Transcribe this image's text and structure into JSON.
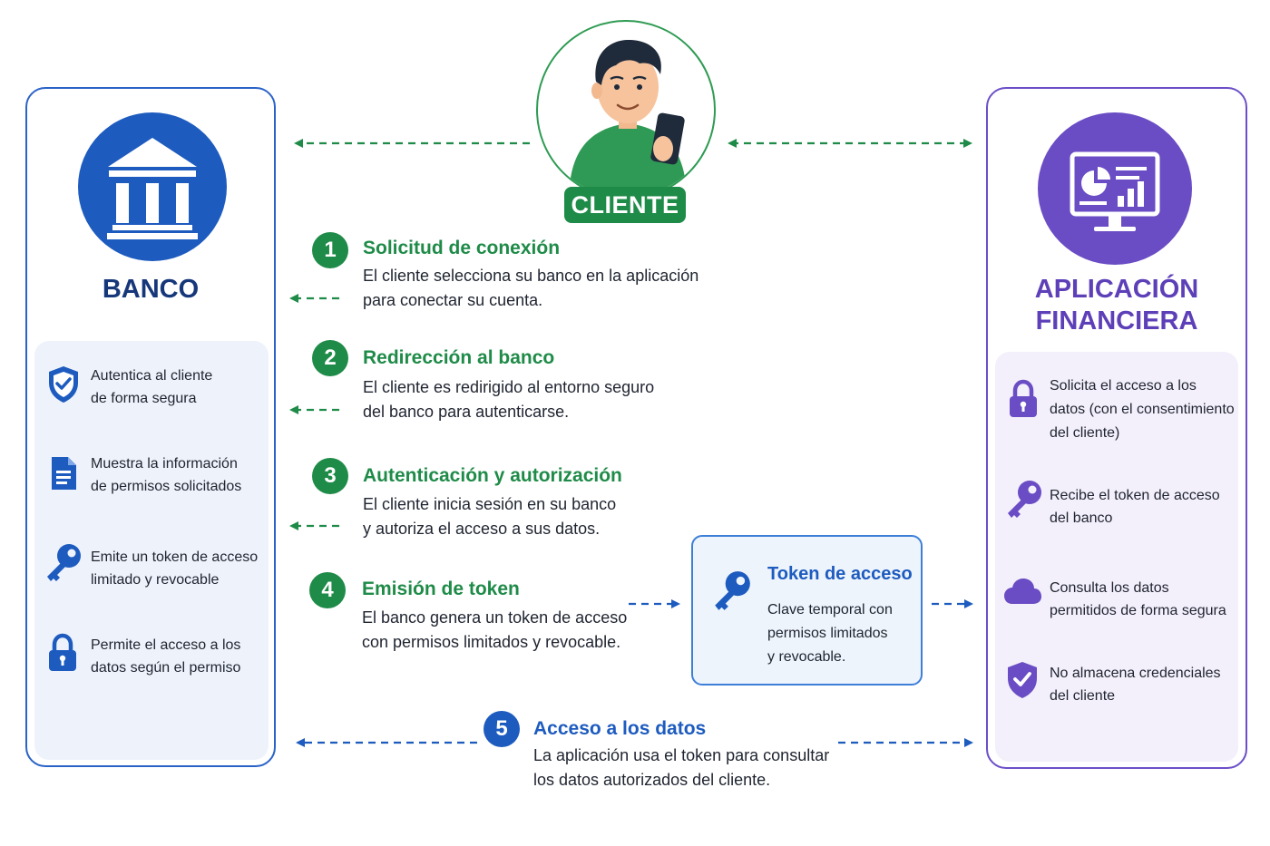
{
  "client": {
    "label": "CLIENTE"
  },
  "bank": {
    "title": "BANCO",
    "features": [
      {
        "icon": "shield-check-icon",
        "line1": "Autentica al cliente",
        "line2": "de forma segura"
      },
      {
        "icon": "document-icon",
        "line1": "Muestra la información",
        "line2": "de permisos solicitados"
      },
      {
        "icon": "key-icon",
        "line1": "Emite un token de acceso",
        "line2": "limitado y revocable"
      },
      {
        "icon": "lock-icon",
        "line1": "Permite el acceso a los",
        "line2": "datos según el permiso"
      }
    ]
  },
  "app": {
    "title_line1": "APLICACIÓN",
    "title_line2": "FINANCIERA",
    "features": [
      {
        "icon": "lock-icon",
        "line1": "Solicita el acceso a los",
        "line2": "datos (con el consentimiento",
        "line3": "del cliente)"
      },
      {
        "icon": "key-icon",
        "line1": "Recibe el token de acceso",
        "line2": "del banco"
      },
      {
        "icon": "cloud-icon",
        "line1": "Consulta los datos",
        "line2": "permitidos de forma segura"
      },
      {
        "icon": "shield-check-icon",
        "line1": "No almacena credenciales",
        "line2": "del cliente"
      }
    ]
  },
  "steps": [
    {
      "number": "1",
      "title": "Solicitud de conexión",
      "line1": "El cliente selecciona su banco en la aplicación",
      "line2": "para conectar su cuenta."
    },
    {
      "number": "2",
      "title": "Redirección al banco",
      "line1": "El cliente es redirigido al entorno seguro",
      "line2": "del banco para autenticarse."
    },
    {
      "number": "3",
      "title": "Autenticación y autorización",
      "line1": "El cliente inicia sesión en su banco",
      "line2": "y autoriza el acceso a sus datos."
    },
    {
      "number": "4",
      "title": "Emisión de token",
      "line1": "El banco genera un token de acceso",
      "line2": "con permisos limitados y revocable."
    },
    {
      "number": "5",
      "title": "Acceso a los datos",
      "line1": "La aplicación usa el token para consultar",
      "line2": "los datos autorizados del cliente."
    }
  ],
  "token": {
    "title": "Token de acceso",
    "line1": "Clave temporal con",
    "line2": "permisos limitados",
    "line3": "y revocable."
  },
  "colors": {
    "green": "#1f8b48",
    "bank_blue": "#1d5bbf",
    "app_purple": "#6a4cc4"
  }
}
